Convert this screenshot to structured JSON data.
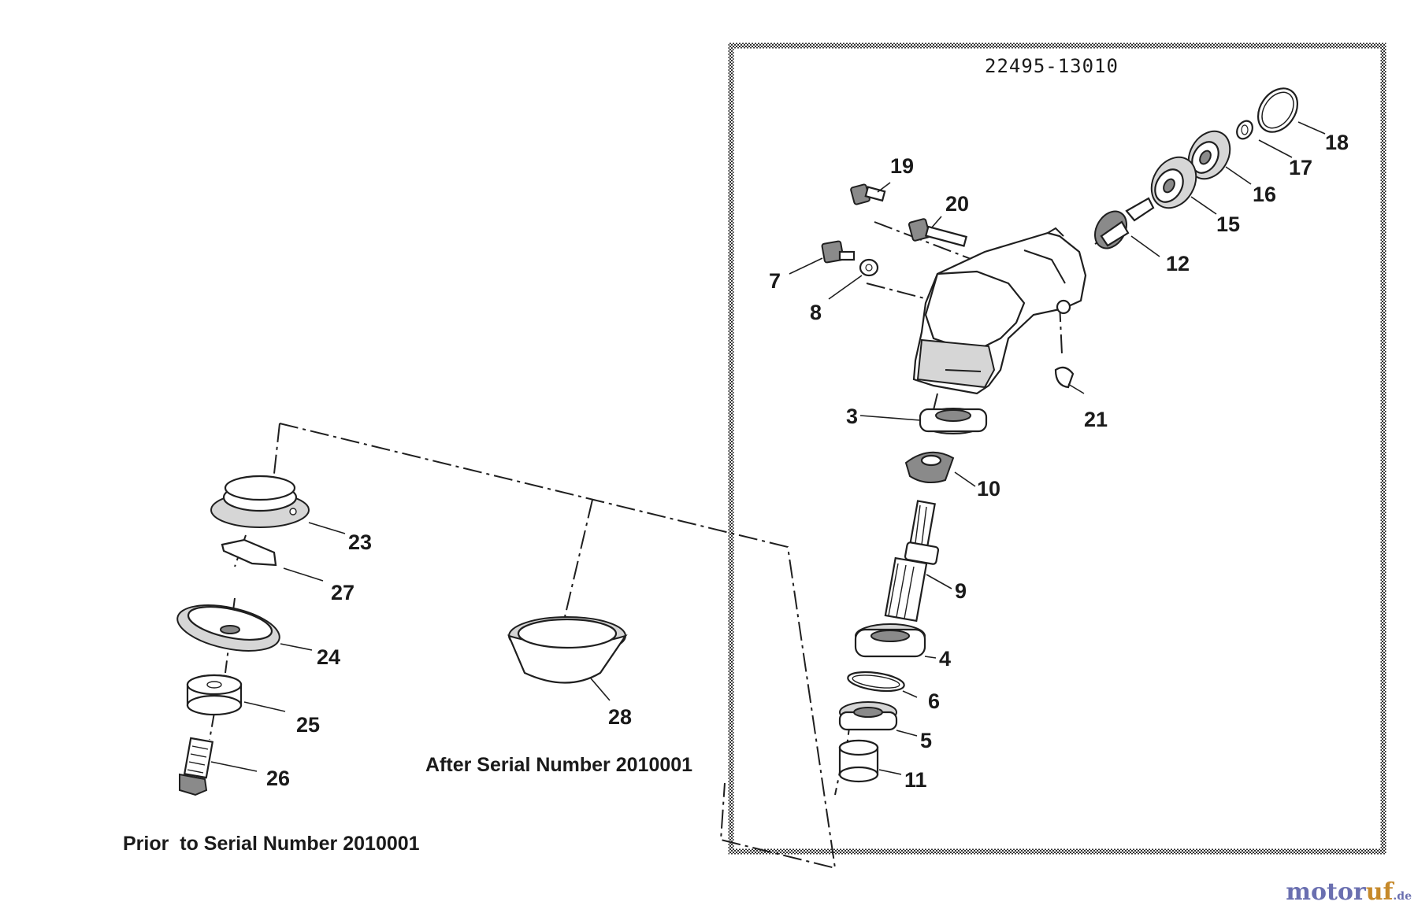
{
  "assembly_number": "22495-13010",
  "captions": {
    "prior": "Prior  to Serial Number 2010001",
    "after": "After Serial Number 2010001"
  },
  "callouts": [
    {
      "id": "c18",
      "text": "18"
    },
    {
      "id": "c17",
      "text": "17"
    },
    {
      "id": "c16",
      "text": "16"
    },
    {
      "id": "c15",
      "text": "15"
    },
    {
      "id": "c12",
      "text": "12"
    },
    {
      "id": "c19",
      "text": "19"
    },
    {
      "id": "c20",
      "text": "20"
    },
    {
      "id": "c7",
      "text": "7"
    },
    {
      "id": "c8",
      "text": "8"
    },
    {
      "id": "c21",
      "text": "21"
    },
    {
      "id": "c3",
      "text": "3"
    },
    {
      "id": "c10",
      "text": "10"
    },
    {
      "id": "c9",
      "text": "9"
    },
    {
      "id": "c4",
      "text": "4"
    },
    {
      "id": "c6",
      "text": "6"
    },
    {
      "id": "c5",
      "text": "5"
    },
    {
      "id": "c11",
      "text": "11"
    },
    {
      "id": "c23",
      "text": "23"
    },
    {
      "id": "c27",
      "text": "27"
    },
    {
      "id": "c24",
      "text": "24"
    },
    {
      "id": "c25",
      "text": "25"
    },
    {
      "id": "c26",
      "text": "26"
    },
    {
      "id": "c28",
      "text": "28"
    }
  ],
  "watermark": {
    "part1": "motor",
    "part2": "uf",
    "part3": ".de"
  }
}
